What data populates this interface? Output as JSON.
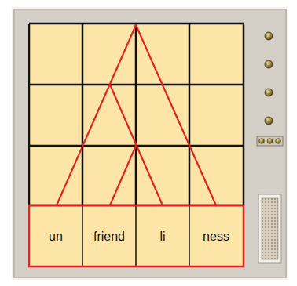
{
  "diagram": {
    "nodes": [
      {
        "text": [
          "un"
        ]
      },
      {
        "text": [
          "friend"
        ]
      },
      {
        "text": [
          "li"
        ]
      },
      {
        "text": [
          "ness"
        ]
      }
    ]
  }
}
